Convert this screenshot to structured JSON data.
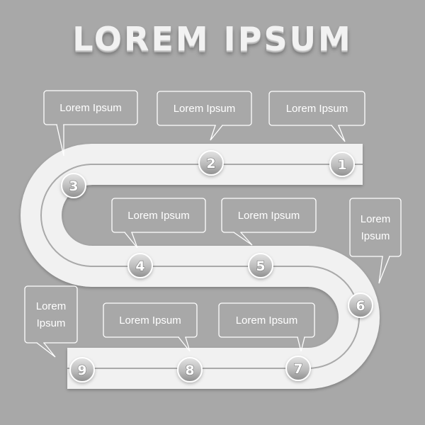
{
  "title": "LOREM IPSUM",
  "steps": [
    {
      "number": "1",
      "label": "Lorem Ipsum"
    },
    {
      "number": "2",
      "label": "Lorem Ipsum"
    },
    {
      "number": "3",
      "label": "Lorem Ipsum"
    },
    {
      "number": "4",
      "label": "Lorem Ipsum"
    },
    {
      "number": "5",
      "label": "Lorem Ipsum"
    },
    {
      "number": "6",
      "label": "Lorem Ipsum"
    },
    {
      "number": "7",
      "label": "Lorem Ipsum"
    },
    {
      "number": "8",
      "label": "Lorem Ipsum"
    },
    {
      "number": "9",
      "label": "Lorem Ipsum"
    }
  ],
  "colors": {
    "background": "#a8a8a8",
    "road": "#f1f1f1",
    "road_line": "#a9a9a9",
    "marker": "#bdbdbd",
    "bubble_stroke": "#ffffff"
  }
}
